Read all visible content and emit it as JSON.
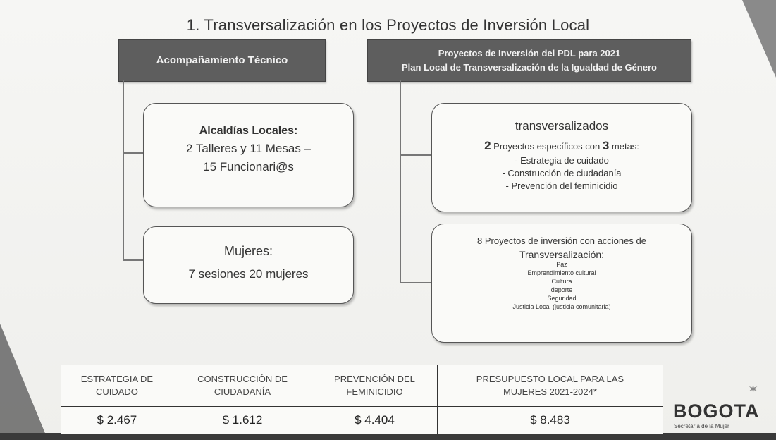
{
  "title": "1. Transversalización en los Proyectos de Inversión Local",
  "left_header": "Acompañamiento Técnico",
  "right_header": {
    "line1": "Proyectos de Inversión del PDL para 2021",
    "line2": "Plan Local de Transversalización de la Igualdad de Género"
  },
  "box_alcaldias": {
    "title": "Alcaldías Locales:",
    "line1": "2 Talleres y 11 Mesas –",
    "line2": "15 Funcionari@s"
  },
  "box_mujeres": {
    "title": "Mujeres:",
    "line1": "7 sesiones 20 mujeres"
  },
  "box_transversalizados": {
    "title": "transversalizados",
    "count": "2",
    "text_mid": " Proyectos específicos con ",
    "metas_count": "3",
    "text_end": " metas:",
    "items": [
      "- Estrategia de cuidado",
      "- Construcción de ciudadanía",
      "- Prevención del feminicidio"
    ]
  },
  "box_proyectos": {
    "title": "8 Proyectos de inversión con acciones de",
    "subtitle": "Transversalización:",
    "items": [
      "Paz",
      "Emprendimiento cultural",
      "Cultura",
      "deporte",
      "Seguridad",
      "Justicia Local (justicia comunitaria)"
    ]
  },
  "table": {
    "headers": [
      [
        "ESTRATEGIA DE",
        "CUIDADO"
      ],
      [
        "CONSTRUCCIÓN DE",
        "CIUDADANÍA"
      ],
      [
        "PREVENCIÓN DEL",
        "FEMINICIDIO"
      ],
      [
        "PRESUPUESTO LOCAL PARA LAS",
        "MUJERES 2021-2024*"
      ]
    ],
    "values": [
      "$ 2.467",
      "$ 1.612",
      "$ 4.404",
      "$ 8.483"
    ]
  },
  "logo": {
    "text": "BOGOTA",
    "subtitle": "Secretaría de la Mujer"
  }
}
